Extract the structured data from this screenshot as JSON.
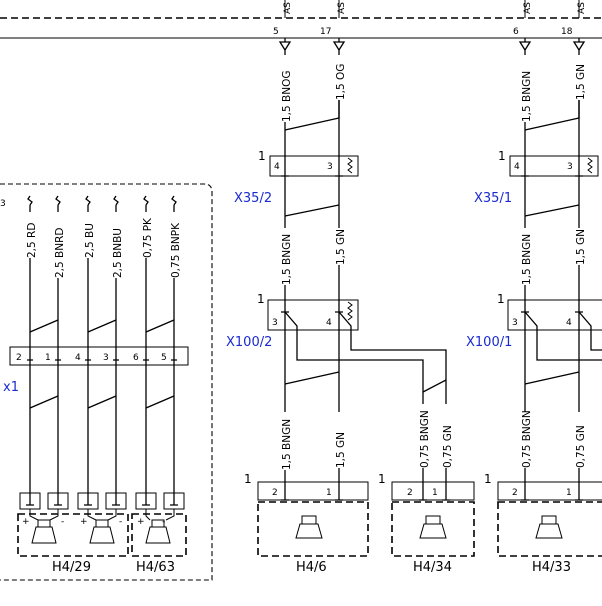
{
  "bus": {
    "tags": [
      "AS",
      "AS",
      "AS",
      "AS"
    ],
    "pins": [
      "5",
      "17",
      "6",
      "18"
    ]
  },
  "top_wires": [
    "1,5 BNOG",
    "1,5 OG",
    "1,5 BNGN",
    "1,5 GN"
  ],
  "connectors": {
    "x35_2": {
      "ref": "X35/2",
      "number": "1",
      "pins": [
        "4",
        "3"
      ]
    },
    "x35_1": {
      "ref": "X35/1",
      "number": "1",
      "pins": [
        "4",
        "3"
      ]
    },
    "x100_2": {
      "ref": "X100/2",
      "number": "1",
      "pins": [
        "3",
        "4"
      ]
    },
    "x100_1": {
      "ref": "X100/1",
      "number": "1",
      "pins": [
        "3",
        "4"
      ]
    },
    "x1": {
      "ref": "x1",
      "pins": [
        "2",
        "1",
        "4",
        "3",
        "6",
        "5"
      ]
    }
  },
  "mid_wires": [
    "1,5 BNGN",
    "1,5 GN",
    "1,5 BNGN",
    "1,5 GN"
  ],
  "low_wires": [
    "1,5 BNGN",
    "1,5 GN",
    "0,75 BNGN",
    "0,75 GN",
    "0,75 BNGN",
    "0,75 GN"
  ],
  "left_wires": [
    "2,5 RD",
    "2,5 BNRD",
    "2,5 BU",
    "2,5 BNBU",
    "0,75 PK",
    "0,75 BNPK"
  ],
  "left_box_label": "3",
  "devices": {
    "h4_6": {
      "label": "H4/6",
      "number": "1",
      "pins": [
        "2",
        "1"
      ]
    },
    "h4_34": {
      "label": "H4/34",
      "number": "1",
      "pins": [
        "2",
        "1"
      ]
    },
    "h4_33": {
      "label": "H4/33",
      "number": "1",
      "pins": [
        "2",
        "1"
      ]
    },
    "h4_29": {
      "label": "H4/29"
    },
    "h4_63": {
      "label": "H4/63"
    }
  },
  "polarity": {
    "plus": "+",
    "minus": "-"
  }
}
